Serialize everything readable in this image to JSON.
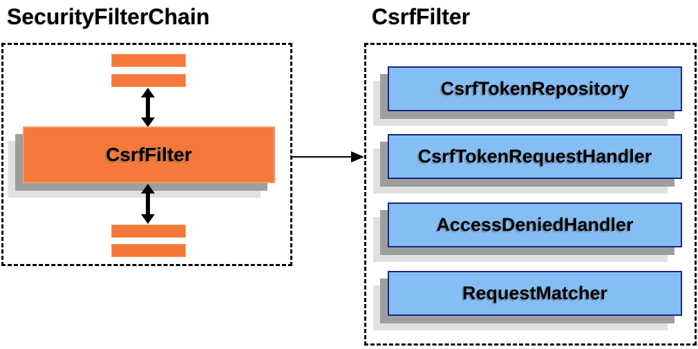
{
  "left_panel": {
    "title": "SecurityFilterChain",
    "csrf_filter_label": "CsrfFilter"
  },
  "right_panel": {
    "title": "CsrfFilter",
    "components": [
      "CsrfTokenRepository",
      "CsrfTokenRequestHandler",
      "AccessDeniedHandler",
      "RequestMatcher"
    ]
  },
  "colors": {
    "filter_orange": "#F4793B",
    "component_blue": "#85BEF5",
    "component_border_navy": "#17267E",
    "shadow_dark_gray": "#9E9E9E",
    "shadow_light_gray": "#E0E0E0",
    "dashed_border": "#000000"
  }
}
